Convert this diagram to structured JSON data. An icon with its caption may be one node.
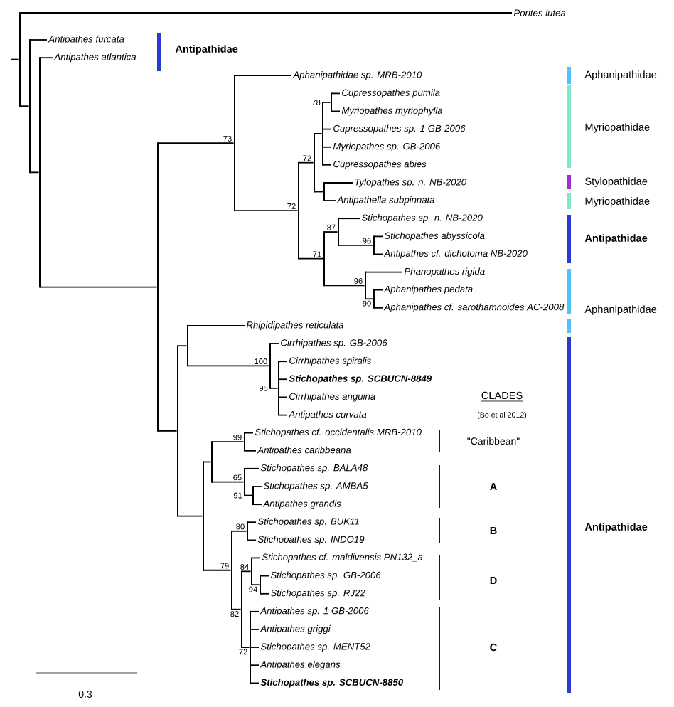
{
  "diagram": {
    "nodes": [
      {
        "text": [
          "Porites lutea"
        ]
      },
      {
        "text": [
          "Antipathes furcata"
        ]
      },
      {
        "text": [
          "Antipathes atlantica"
        ]
      },
      {
        "text": [
          "Aphanipathidae sp. MRB-2010"
        ]
      },
      {
        "text": [
          "Cupressopathes pumila"
        ]
      },
      {
        "text": [
          "Myriopathes myriophylla"
        ]
      },
      {
        "text": [
          "Cupressopathes sp. 1 GB-2006"
        ]
      },
      {
        "text": [
          "Myriopathes sp. GB-2006"
        ]
      },
      {
        "text": [
          "Cupressopathes abies"
        ]
      },
      {
        "text": [
          "Tylopathes sp. n. NB-2020"
        ]
      },
      {
        "text": [
          "Antipathella subpinnata"
        ]
      },
      {
        "text": [
          "Stichopathes sp. n. NB-2020"
        ]
      },
      {
        "text": [
          "Stichopathes abyssicola"
        ]
      },
      {
        "text": [
          "Antipathes cf. dichotoma NB-2020"
        ]
      },
      {
        "text": [
          "Phanopathes rigida"
        ]
      },
      {
        "text": [
          "Aphanipathes pedata"
        ]
      },
      {
        "text": [
          "Aphanipathes cf. sarothamnoides AC-2008"
        ]
      },
      {
        "text": [
          "Rhipidipathes reticulata"
        ]
      },
      {
        "text": [
          "Cirrhipathes sp. GB-2006"
        ]
      },
      {
        "text": [
          "Cirrhipathes spiralis"
        ]
      },
      {
        "text": [
          "Stichopathes sp. SCBUCN-8849"
        ]
      },
      {
        "text": [
          "Cirrhipathes anguina"
        ]
      },
      {
        "text": [
          "Antipathes curvata"
        ]
      },
      {
        "text": [
          "Stichopathes cf. occidentalis MRB-2010"
        ]
      },
      {
        "text": [
          "Antipathes caribbeana"
        ]
      },
      {
        "text": [
          "Stichopathes sp. BALA48"
        ]
      },
      {
        "text": [
          "Stichopathes sp. AMBA5"
        ]
      },
      {
        "text": [
          "Antipathes grandis"
        ]
      },
      {
        "text": [
          "Stichopathes sp. BUK11"
        ]
      },
      {
        "text": [
          "Stichopathes sp. INDO19"
        ]
      },
      {
        "text": [
          "Stichopathes cf. maldivensis PN132_a"
        ]
      },
      {
        "text": [
          "Stichopathes sp. GB-2006"
        ]
      },
      {
        "text": [
          "Stichopathes sp. RJ22"
        ]
      },
      {
        "text": [
          "Antipathes sp. 1 GB-2006"
        ]
      },
      {
        "text": [
          "Antipathes griggi"
        ]
      },
      {
        "text": [
          "Stichopathes sp. MENT52"
        ]
      },
      {
        "text": [
          "Antipathes elegans"
        ]
      },
      {
        "text": [
          "Stichopathes sp. SCBUCN-8850"
        ]
      },
      {
        "text": [],
        "shape": "bar"
      },
      {
        "text": [],
        "shape": "bar"
      },
      {
        "text": [],
        "shape": "bar"
      },
      {
        "text": [],
        "shape": "bar"
      },
      {
        "text": [],
        "shape": "bar"
      },
      {
        "text": [],
        "shape": "bar"
      },
      {
        "text": [],
        "shape": "bar"
      },
      {
        "text": [],
        "shape": "bar"
      },
      {
        "text": [],
        "shape": "bar"
      },
      {
        "text": [],
        "shape": "bar"
      },
      {
        "text": [],
        "shape": "bar"
      },
      {
        "text": [],
        "shape": "bar"
      },
      {
        "text": [],
        "shape": "bar"
      },
      {
        "text": [],
        "shape": "bar"
      },
      {
        "text": [],
        "shape": "bar"
      },
      {
        "text": [],
        "shape": "bar"
      },
      {
        "text": [],
        "shape": "bar"
      },
      {
        "text": [],
        "shape": "bar"
      },
      {
        "text": [],
        "shape": "bar"
      },
      {
        "text": [],
        "shape": "bar"
      },
      {
        "text": [],
        "shape": "bar"
      },
      {
        "text": [],
        "shape": "bar"
      },
      {
        "text": [],
        "shape": "bar"
      },
      {
        "text": [],
        "shape": "bar"
      },
      {
        "text": [],
        "shape": "bar"
      },
      {
        "text": [],
        "shape": "bar"
      },
      {
        "text": [],
        "shape": "bar"
      },
      {
        "text": [],
        "shape": "bar"
      },
      {
        "text": [],
        "shape": "bar"
      },
      {
        "text": [],
        "shape": "bar"
      }
    ],
    "edges": [
      {
        "from": 38,
        "to": 0,
        "arrow": "none"
      },
      {
        "from": 38,
        "to": 39,
        "arrow": "none"
      },
      {
        "from": 39,
        "to": 1,
        "arrow": "none"
      },
      {
        "from": 39,
        "to": 40,
        "arrow": "none"
      },
      {
        "from": 40,
        "to": 2,
        "arrow": "none"
      },
      {
        "from": 40,
        "to": 41,
        "arrow": "none"
      },
      {
        "from": 41,
        "to": 42,
        "arrow": "none",
        "label": "73"
      },
      {
        "from": 41,
        "to": 53,
        "arrow": "none"
      },
      {
        "from": 42,
        "to": 3,
        "arrow": "none"
      },
      {
        "from": 42,
        "to": 43,
        "arrow": "none",
        "label": "72"
      },
      {
        "from": 43,
        "to": 44,
        "arrow": "none",
        "label": "72"
      },
      {
        "from": 43,
        "to": 48,
        "arrow": "none",
        "label": "71"
      },
      {
        "from": 44,
        "to": 45,
        "arrow": "none"
      },
      {
        "from": 44,
        "to": 47,
        "arrow": "none"
      },
      {
        "from": 45,
        "to": 46,
        "arrow": "none",
        "label": "78"
      },
      {
        "from": 45,
        "to": 6,
        "arrow": "none"
      },
      {
        "from": 45,
        "to": 7,
        "arrow": "none"
      },
      {
        "from": 45,
        "to": 8,
        "arrow": "none"
      },
      {
        "from": 46,
        "to": 4,
        "arrow": "none"
      },
      {
        "from": 46,
        "to": 5,
        "arrow": "none"
      },
      {
        "from": 47,
        "to": 9,
        "arrow": "none"
      },
      {
        "from": 47,
        "to": 10,
        "arrow": "none"
      },
      {
        "from": 48,
        "to": 49,
        "arrow": "none",
        "label": "87"
      },
      {
        "from": 48,
        "to": 51,
        "arrow": "none",
        "label": "96"
      },
      {
        "from": 49,
        "to": 11,
        "arrow": "none"
      },
      {
        "from": 49,
        "to": 50,
        "arrow": "none",
        "label": "96"
      },
      {
        "from": 50,
        "to": 12,
        "arrow": "none"
      },
      {
        "from": 50,
        "to": 13,
        "arrow": "none"
      },
      {
        "from": 51,
        "to": 14,
        "arrow": "none"
      },
      {
        "from": 51,
        "to": 52,
        "arrow": "none",
        "label": "90"
      },
      {
        "from": 52,
        "to": 15,
        "arrow": "none"
      },
      {
        "from": 52,
        "to": 16,
        "arrow": "none"
      },
      {
        "from": 53,
        "to": 54,
        "arrow": "none"
      },
      {
        "from": 53,
        "to": 57,
        "arrow": "none"
      },
      {
        "from": 54,
        "to": 17,
        "arrow": "none"
      },
      {
        "from": 54,
        "to": 55,
        "arrow": "none",
        "label": "100"
      },
      {
        "from": 55,
        "to": 18,
        "arrow": "none"
      },
      {
        "from": 55,
        "to": 56,
        "arrow": "none",
        "label": "95"
      },
      {
        "from": 56,
        "to": 19,
        "arrow": "none"
      },
      {
        "from": 56,
        "to": 20,
        "arrow": "none"
      },
      {
        "from": 56,
        "to": 21,
        "arrow": "none"
      },
      {
        "from": 56,
        "to": 22,
        "arrow": "none"
      },
      {
        "from": 57,
        "to": 58,
        "arrow": "none"
      },
      {
        "from": 57,
        "to": 62,
        "arrow": "none",
        "label": "79"
      },
      {
        "from": 58,
        "to": 59,
        "arrow": "none",
        "label": "99"
      },
      {
        "from": 58,
        "to": 60,
        "arrow": "none",
        "label": "65"
      },
      {
        "from": 59,
        "to": 23,
        "arrow": "none"
      },
      {
        "from": 59,
        "to": 24,
        "arrow": "none"
      },
      {
        "from": 60,
        "to": 25,
        "arrow": "none"
      },
      {
        "from": 60,
        "to": 61,
        "arrow": "none",
        "label": "91"
      },
      {
        "from": 61,
        "to": 26,
        "arrow": "none"
      },
      {
        "from": 61,
        "to": 27,
        "arrow": "none"
      },
      {
        "from": 62,
        "to": 63,
        "arrow": "none",
        "label": "80"
      },
      {
        "from": 62,
        "to": 64,
        "arrow": "none",
        "label": "82"
      },
      {
        "from": 63,
        "to": 28,
        "arrow": "none"
      },
      {
        "from": 63,
        "to": 29,
        "arrow": "none"
      },
      {
        "from": 64,
        "to": 65,
        "arrow": "none",
        "label": "84"
      },
      {
        "from": 64,
        "to": 67,
        "arrow": "none",
        "label": "72"
      },
      {
        "from": 65,
        "to": 30,
        "arrow": "none"
      },
      {
        "from": 65,
        "to": 66,
        "arrow": "none",
        "label": "94"
      },
      {
        "from": 66,
        "to": 31,
        "arrow": "none"
      },
      {
        "from": 66,
        "to": 32,
        "arrow": "none"
      },
      {
        "from": 67,
        "to": 33,
        "arrow": "none"
      },
      {
        "from": 67,
        "to": 34,
        "arrow": "none"
      },
      {
        "from": 67,
        "to": 35,
        "arrow": "none"
      },
      {
        "from": 67,
        "to": 36,
        "arrow": "none"
      },
      {
        "from": 67,
        "to": 37,
        "arrow": "none"
      }
    ],
    "labels": [
      "Antipathidae",
      "Aphanipathidae",
      "Myriopathidae",
      "Stylopathidae",
      "Myriopathidae",
      "Antipathidae",
      "Aphanipathidae",
      "CLADES",
      "(Bo et al 2012)",
      "\"Caribbean\"",
      "A",
      "Antipathidae",
      "B",
      "D",
      "C",
      "0.3"
    ]
  }
}
